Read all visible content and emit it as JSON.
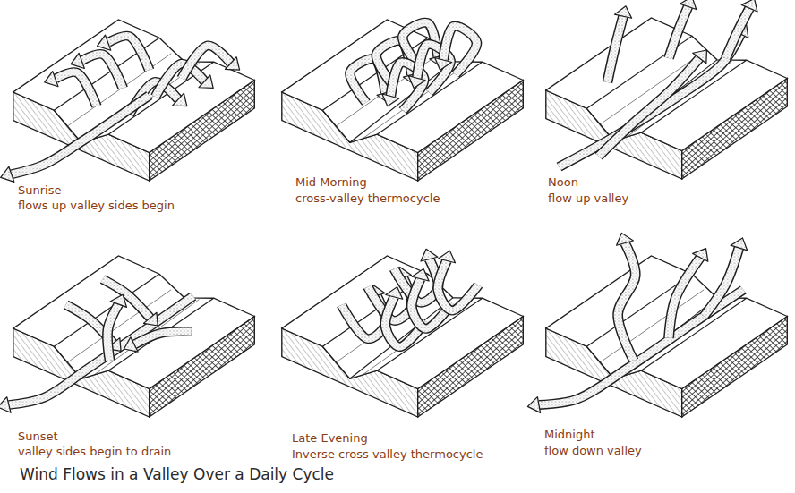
{
  "diagram": {
    "title": "Wind Flows in a Valley Over a Daily Cycle",
    "labels": [
      "Sunrise",
      "flows up valley sides begin",
      "Mid Morning",
      "cross-valley thermocycle",
      "Noon",
      "flow up valley",
      "Sunset",
      "valley sides begin to drain",
      "Late Evening",
      "Inverse cross-valley thermocycle",
      "Midnight",
      "flow down valley"
    ]
  }
}
